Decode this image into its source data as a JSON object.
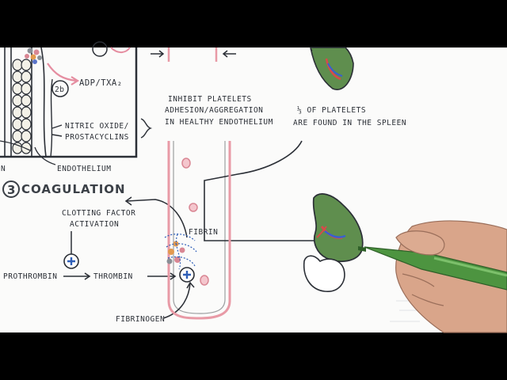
{
  "frame": {
    "letterbox_color": "#000000",
    "paper_color": "#fbfbfa"
  },
  "labels": {
    "adp_txa2": "ADP/TXA₂",
    "step_2b": "2b",
    "inhibit_line1": "INHIBIT PLATELETS",
    "inhibit_line2": "ADHESION/AGGREGATION",
    "inhibit_line3": "IN HEALTHY ENDOTHELIUM",
    "nitric_line1": "NITRIC OXIDE/",
    "nitric_line2": "PROSTACYCLINS",
    "endothelium": "ENDOTHELIUM",
    "endothelium_cut": "N",
    "spleen_line1": "⅓ OF PLATELETS",
    "spleen_line2": "ARE FOUND IN THE SPLEEN",
    "coagulation_number": "3",
    "coagulation_title": "COAGULATION",
    "clotting_line1": "CLOTTING FACTOR",
    "clotting_line2": "ACTIVATION",
    "prothrombin": "PROTHROMBIN",
    "thrombin": "THROMBIN",
    "fibrin": "FIBRIN",
    "fibrinogen": "FIBRINOGEN",
    "plus": "+"
  },
  "colors": {
    "ink": "#2b2f36",
    "vessel_pink": "#e89aa6",
    "platelet_red": "#d98794",
    "spleen_green": "#5f8e4e",
    "plus_blue": "#2f5fb8",
    "artery_red": "#d94a4a",
    "vein_blue": "#3a5fcf",
    "marker_green": "#4d9440",
    "skin": "#d9a58a"
  },
  "icons": {
    "hand": "hand-holding-marker-icon",
    "spleen": "spleen-icon",
    "stomach": "stomach-icon",
    "plus": "plus-circle-icon"
  }
}
